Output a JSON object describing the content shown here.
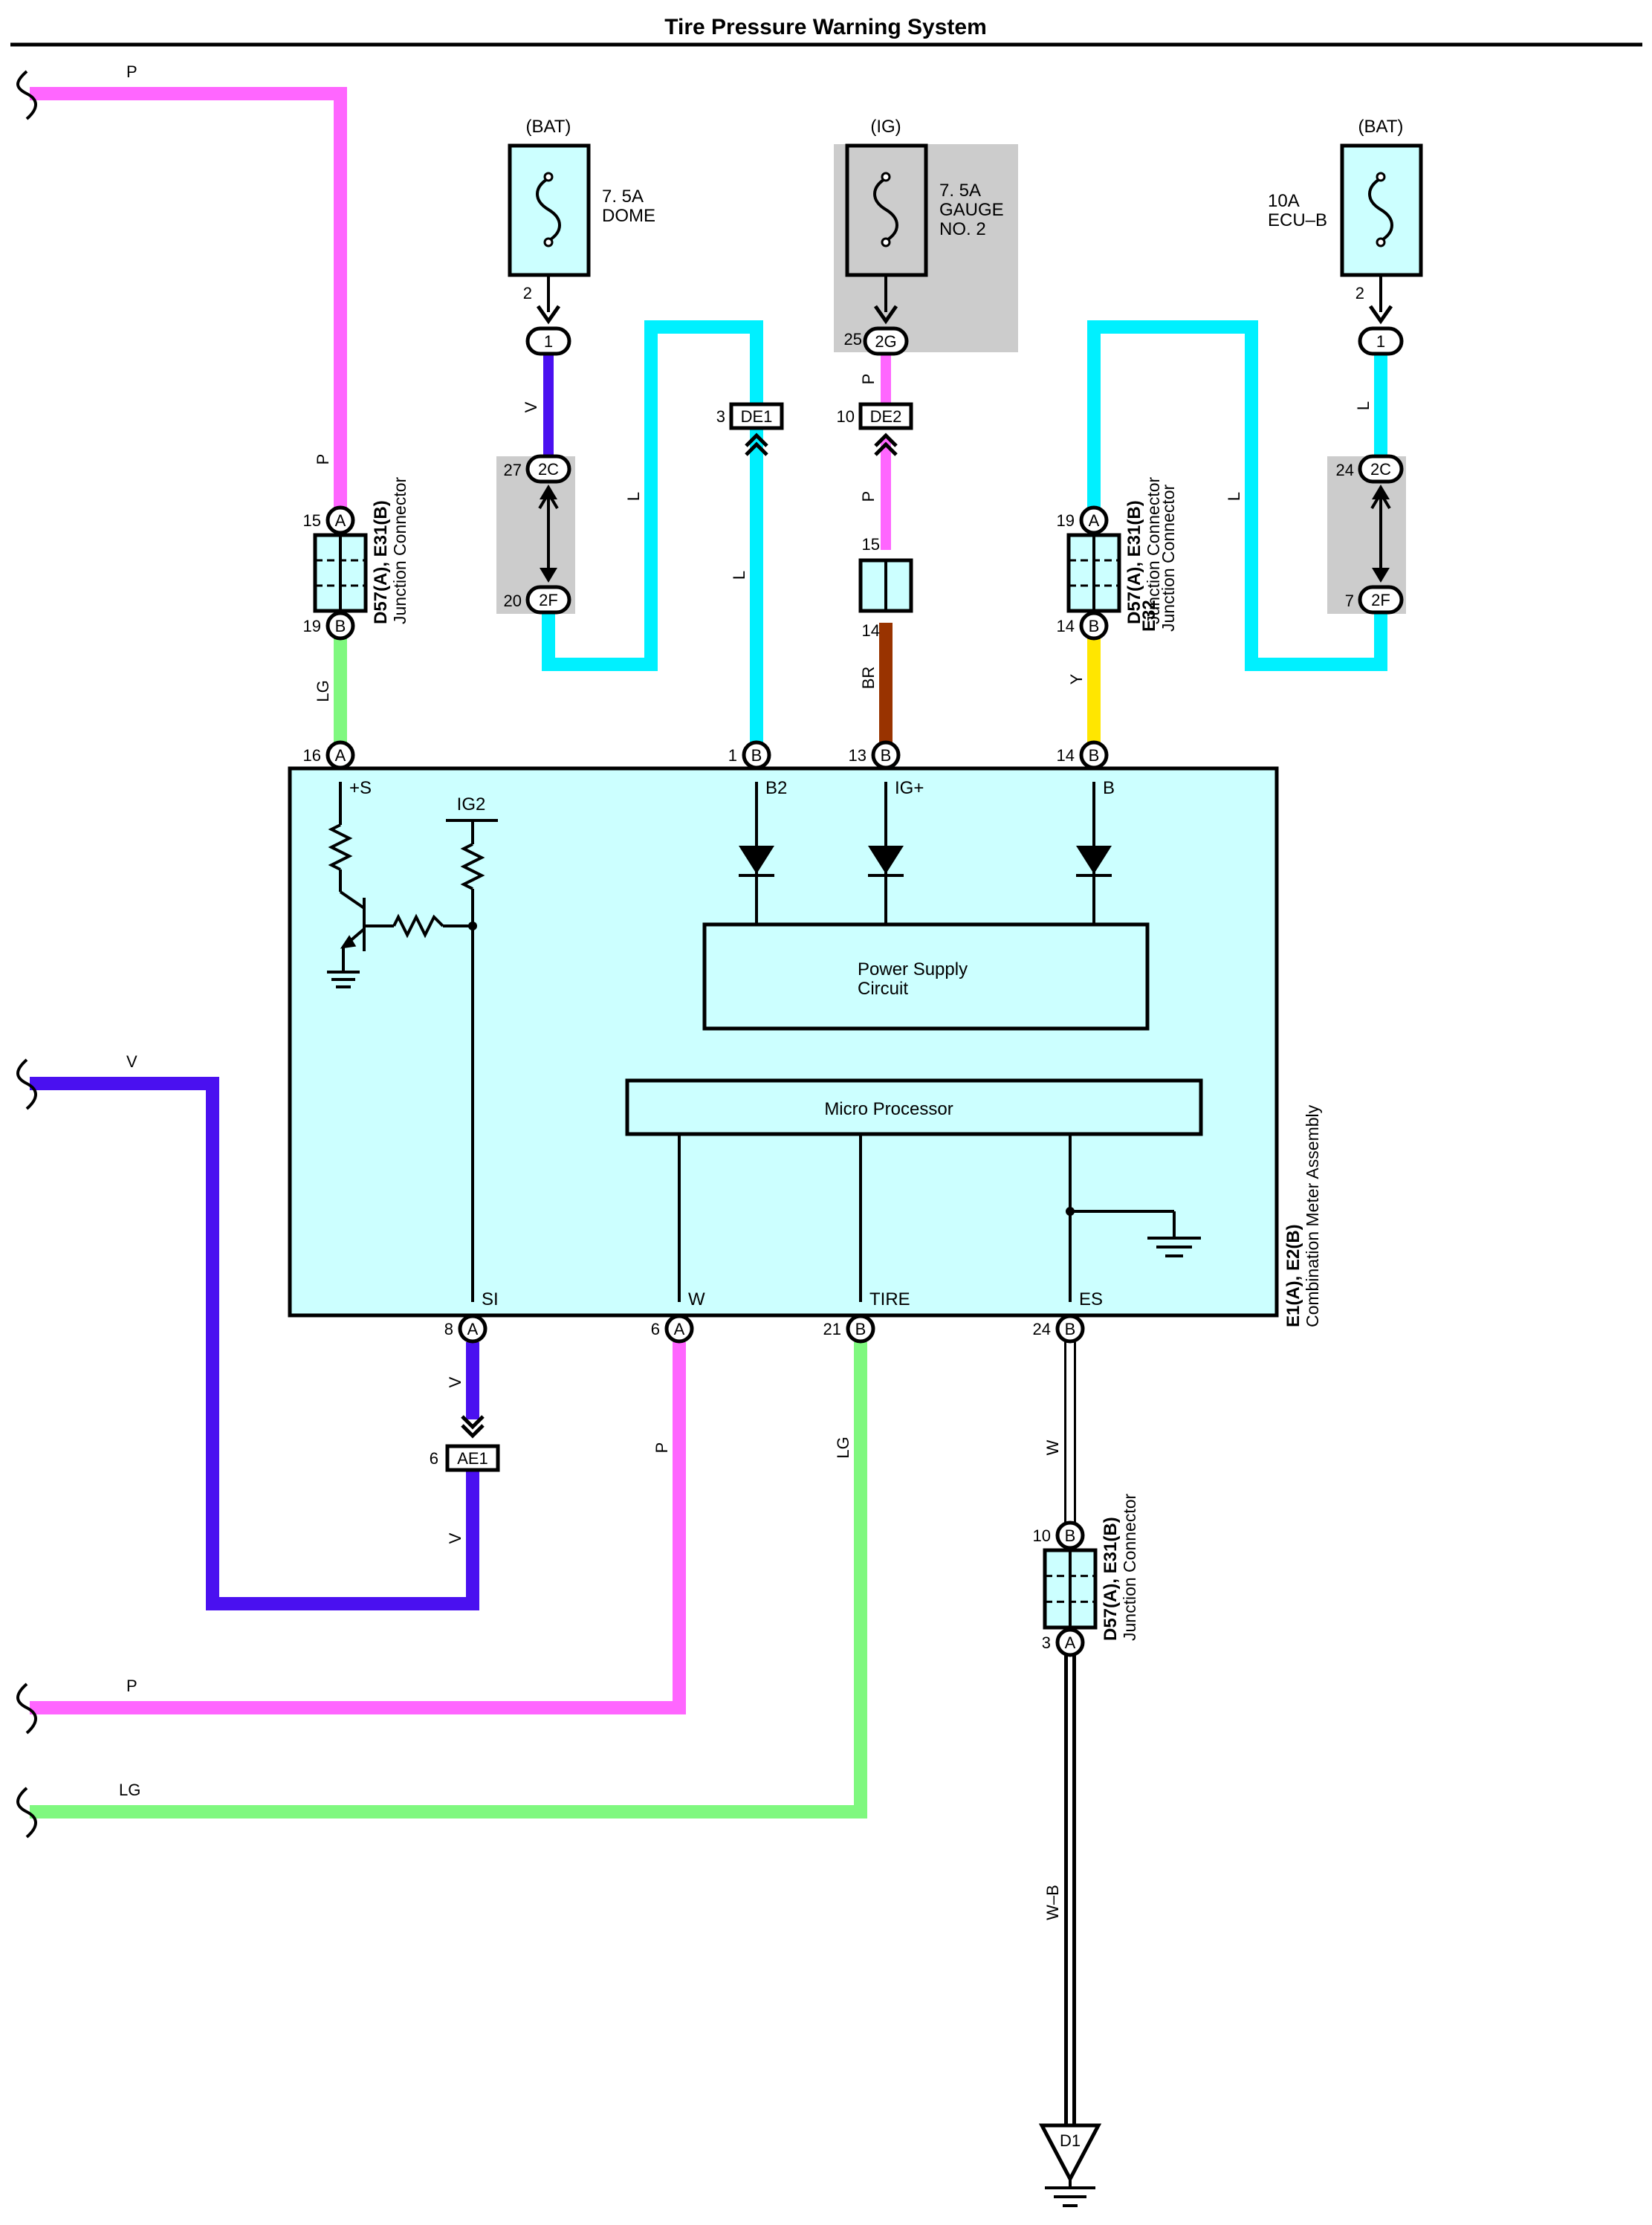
{
  "title": "Tire Pressure Warning System",
  "colors": {
    "P": "#ff66ff",
    "V": "#4a10f0",
    "L": "#00f0ff",
    "LG": "#7ff87f",
    "BR": "#993300",
    "Y": "#ffe600",
    "box": "#ccffff",
    "shade": "#cccccc"
  },
  "fuses": {
    "dome": {
      "source": "(BAT)",
      "line1": "7. 5A",
      "line2": "DOME"
    },
    "gauge": {
      "source": "(IG)",
      "line1": "7. 5A",
      "line2": "GAUGE",
      "line3": "NO. 2"
    },
    "ecub": {
      "source": "(BAT)",
      "line1": "10A",
      "line2": "ECU–B"
    }
  },
  "pins": {
    "dome_fuse_pin": "2",
    "dome_fuse_conn": "1",
    "jc_2c_left_num": "27",
    "jc_2c_left": "2C",
    "jc_2f_left_num": "20",
    "jc_2f_left": "2F",
    "de1_num": "3",
    "de1": "DE1",
    "gauge_pin": "25",
    "gauge_conn": "2G",
    "de2_num": "10",
    "de2": "DE2",
    "e32_top": "15",
    "e32_bottom": "14",
    "ecub_fuse_pin": "2",
    "ecub_fuse_conn": "1",
    "jc_2c_right_num": "24",
    "jc_2c_right": "2C",
    "jc_2f_right_num": "7",
    "jc_2f_right": "2F",
    "jl_top_num": "15",
    "jl_bot_num": "19",
    "jr_top_num": "19",
    "jr_bot_num": "14",
    "jb_top_num": "10",
    "jb_bot_num": "3",
    "ae1_num": "6",
    "ae1": "AE1",
    "ground": "D1"
  },
  "ecu_pins": {
    "top": [
      {
        "num": "16",
        "letter": "A",
        "name": "+S"
      },
      {
        "num": "1",
        "letter": "B",
        "name": "B2"
      },
      {
        "num": "13",
        "letter": "B",
        "name": "IG+"
      },
      {
        "num": "14",
        "letter": "B",
        "name": "B"
      }
    ],
    "bottom": [
      {
        "num": "8",
        "letter": "A",
        "name": "SI"
      },
      {
        "num": "6",
        "letter": "A",
        "name": "W"
      },
      {
        "num": "21",
        "letter": "B",
        "name": "TIRE"
      },
      {
        "num": "24",
        "letter": "B",
        "name": "ES"
      }
    ],
    "ig2": "IG2"
  },
  "connector_letters": {
    "a": "A",
    "b": "B"
  },
  "blocks": {
    "power_supply_1": "Power Supply",
    "power_supply_2": "Circuit",
    "micro_processor": "Micro Processor"
  },
  "labels": {
    "ecu_id": "E1(A), E2(B)",
    "ecu_name": "Combination Meter Assembly",
    "jc_id": "D57(A), E31(B)",
    "jc_name": "Junction Connector",
    "e32_id": "E32",
    "e32_name": "Junction Connector"
  },
  "wire_codes": {
    "top_left_p": "P",
    "left_p_vert": "P",
    "left_lg": "LG",
    "dome_v": "V",
    "dome_l": "L",
    "b2_l": "L",
    "gauge_p1": "P",
    "gauge_p2": "P",
    "br": "BR",
    "right_l": "L",
    "ecub_l": "L",
    "y": "Y",
    "left_v": "V",
    "si_v1": "V",
    "si_v2": "V",
    "w_p": "P",
    "tire_lg": "LG",
    "es_w": "W",
    "wb": "W–B",
    "bottom_p": "P",
    "bottom_lg": "LG"
  }
}
